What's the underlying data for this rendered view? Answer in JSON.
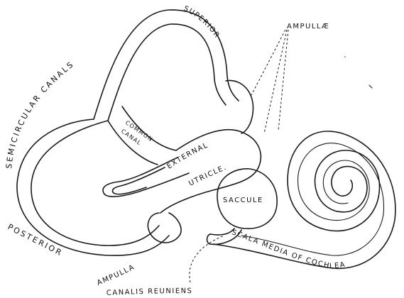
{
  "labels": {
    "semicircular_canals": "SEMICIRCULAR CANALS",
    "superior": "SUPERIOR",
    "ampullae": "AMPULLÆ",
    "common_canal_line1": "COMMON",
    "common_canal_line2": "CANAL",
    "external": "EXTERNAL",
    "utricle": "UTRICLE.",
    "saccule": "SACCULE",
    "posterior": "POSTERIOR",
    "ampulla": "AMPULLA",
    "canalis_reuniens": "CANALIS REUNIENS",
    "scala_media": "SCALA MEDIA OF COCHLEA"
  },
  "colors": {
    "ink": "#1a1a1a",
    "paper": "#ffffff"
  }
}
